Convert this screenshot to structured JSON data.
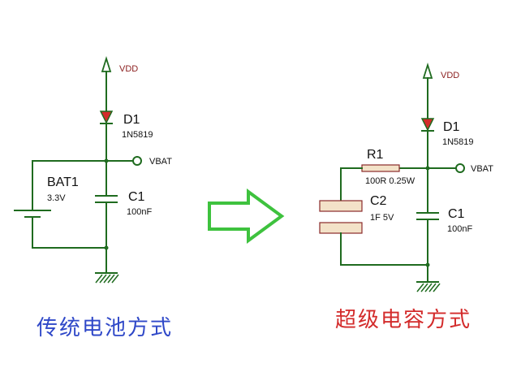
{
  "left_circuit": {
    "vdd_label": "VDD",
    "diode": {
      "ref": "D1",
      "value": "1N5819"
    },
    "node_label": "VBAT",
    "battery": {
      "ref": "BAT1",
      "value": "3.3V"
    },
    "capacitor": {
      "ref": "C1",
      "value": "100nF"
    },
    "caption": "传统电池方式"
  },
  "right_circuit": {
    "vdd_label": "VDD",
    "diode": {
      "ref": "D1",
      "value": "1N5819"
    },
    "node_label": "VBAT",
    "resistor": {
      "ref": "R1",
      "value": "100R 0.25W"
    },
    "supercap": {
      "ref": "C2",
      "value": "1F 5V"
    },
    "capacitor": {
      "ref": "C1",
      "value": "100nF"
    },
    "caption": "超级电容方式"
  },
  "colors": {
    "wire": "#1f6b1f",
    "diode_fill": "#d32b2b",
    "component_fill": "#f3e2c8",
    "component_border": "#8a2a2a",
    "arrow": "#3ec23e",
    "caption_left": "#2f48c8",
    "caption_right": "#d32b2b"
  },
  "icons": [
    "power-arrow-icon",
    "diode-icon",
    "node-terminal-icon",
    "ground-icon",
    "battery-icon",
    "capacitor-icon",
    "resistor-icon",
    "supercapacitor-icon",
    "transition-arrow-icon"
  ]
}
